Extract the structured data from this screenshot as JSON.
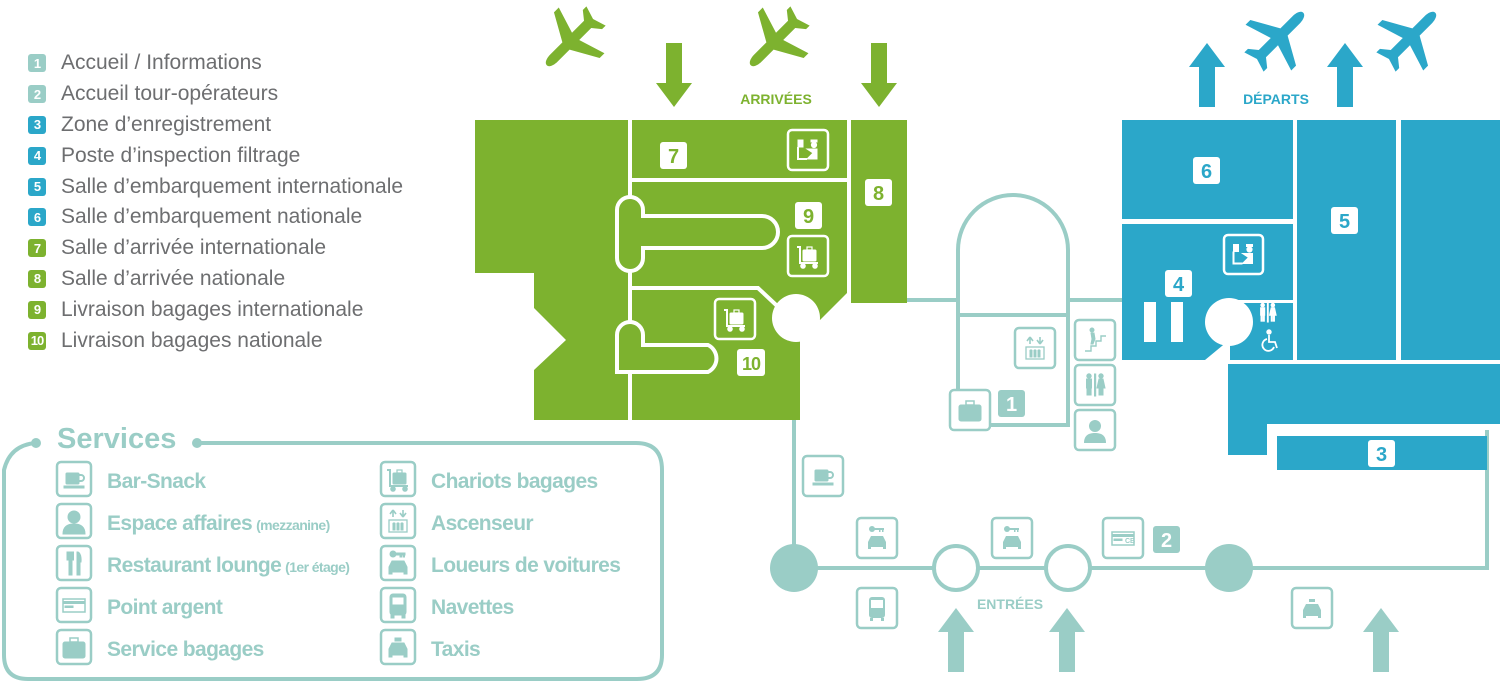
{
  "colors": {
    "teal": "#9acdc6",
    "green": "#7db22f",
    "blue": "#2ba7c9",
    "text_gray": "#6d6e70"
  },
  "legend": [
    {
      "num": "1",
      "label": "Accueil / Informations",
      "color": "#9acdc6"
    },
    {
      "num": "2",
      "label": "Accueil tour-opérateurs",
      "color": "#9acdc6"
    },
    {
      "num": "3",
      "label": "Zone d’enregistrement",
      "color": "#2ba7c9"
    },
    {
      "num": "4",
      "label": "Poste d’inspection filtrage",
      "color": "#2ba7c9"
    },
    {
      "num": "5",
      "label": "Salle d’embarquement internationale",
      "color": "#2ba7c9"
    },
    {
      "num": "6",
      "label": "Salle d’embarquement nationale",
      "color": "#2ba7c9"
    },
    {
      "num": "7",
      "label": "Salle d’arrivée internationale",
      "color": "#7db22f"
    },
    {
      "num": "8",
      "label": "Salle d’arrivée nationale",
      "color": "#7db22f"
    },
    {
      "num": "9",
      "label": "Livraison bagages internationale",
      "color": "#7db22f"
    },
    {
      "num": "10",
      "label": "Livraison bagages nationale",
      "color": "#7db22f"
    }
  ],
  "services": {
    "title": "Services",
    "items": [
      {
        "icon": "coffee-cup-icon",
        "label": "Bar-Snack",
        "note": ""
      },
      {
        "icon": "businessman-icon",
        "label": "Espace affaires",
        "note": "(mezzanine)"
      },
      {
        "icon": "fork-knife-icon",
        "label": "Restaurant lounge",
        "note": "(1er étage)"
      },
      {
        "icon": "credit-card-icon",
        "label": "Point argent",
        "note": ""
      },
      {
        "icon": "suitcase-icon",
        "label": "Service bagages",
        "note": ""
      },
      {
        "icon": "luggage-cart-icon",
        "label": "Chariots bagages",
        "note": ""
      },
      {
        "icon": "elevator-icon",
        "label": "Ascenseur",
        "note": ""
      },
      {
        "icon": "car-rental-icon",
        "label": "Loueurs de voitures",
        "note": ""
      },
      {
        "icon": "shuttle-bus-icon",
        "label": "Navettes",
        "note": ""
      },
      {
        "icon": "taxi-icon",
        "label": "Taxis",
        "note": ""
      }
    ]
  },
  "map": {
    "arrivals_label": "ARRIVÉES",
    "departures_label": "DÉPARTS",
    "entrances_label": "ENTRÉES",
    "card_text": "CB",
    "zones": {
      "z1": "1",
      "z2": "2",
      "z3": "3",
      "z4": "4",
      "z5": "5",
      "z6": "6",
      "z7": "7",
      "z8": "8",
      "z9": "9",
      "z10": "10"
    }
  }
}
